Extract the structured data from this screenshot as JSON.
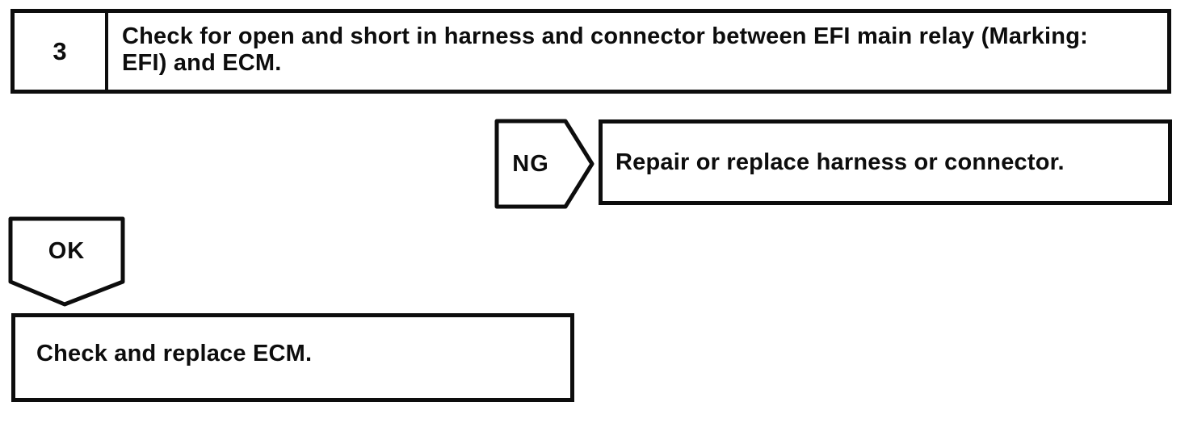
{
  "page": {
    "background_color": "#ffffff",
    "ink_color": "#0d0d0d",
    "kind": "troubleshooting-flowchart"
  },
  "flowchart": {
    "step_box": {
      "number": "3",
      "text": "Check for open and short in harness and connector between EFI main relay (Marking: EFI) and ECM."
    },
    "ng_connector": {
      "label": "NG"
    },
    "ng_result_box": {
      "text": "Repair or replace harness or connector."
    },
    "ok_connector": {
      "label": "OK"
    },
    "ok_result_box": {
      "text": "Check and replace ECM."
    }
  }
}
